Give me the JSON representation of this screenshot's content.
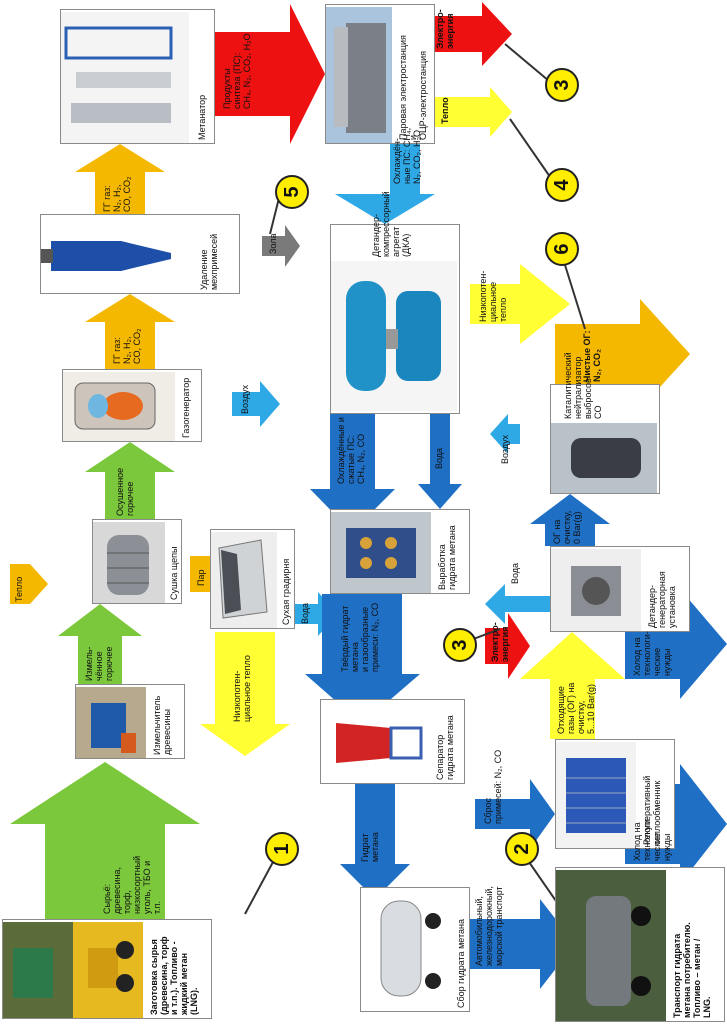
{
  "colors": {
    "green": "#7cc83c",
    "orange": "#f5b800",
    "yellow": "#ffff33",
    "blue": "#1f6fc5",
    "light_blue": "#2fa8e6",
    "red": "#ee1111",
    "gray": "#7a7a7a",
    "marker": "#ffee00"
  },
  "cards": {
    "harvest": "Заготовка сырья\n(древесина, торф\nи т.п.). Топливо -\nжидкий метан (LNG).",
    "chipper": "Измельчитель\nдревесины",
    "dryer": "Сушка щепы",
    "drycooler": "Сухая градирня",
    "gasifier": "Газогенератор",
    "cyclone": "Удаление\nмехпримесей",
    "methanator": "Метанатор",
    "power_plant": "Паровая электростанция\nи\nОЦР-электростанция",
    "dka": "Детандер-компрессорный\nагрегат (ДКА)",
    "hydrate_maker": "Выработка\nгидрата метана",
    "separator": "Сепаратор\nгидрата метана",
    "collection": "Сбор гидрата метана",
    "transport": "Транспорт гидрата\nметана потребителю.\nТопливо – метан /\nLNG.",
    "recuperator": "Рекуперативный\nтеплообменник",
    "expander": "Детандер-\nгенераторная\nустановка",
    "catalyst": "Каталитический\nнейтрализатор\nвыбросов CO"
  },
  "labels": {
    "raw_material": "Сырьё:\nдревесина,\nторф,\nнизкосортный\nуголь, ТБО и\nт.п.",
    "crushed_fuel": "Измель-\nчённое\nгорючее",
    "dried_fuel": "Осушенное\nгорючее",
    "gg_gas_1": "ГГ газ:\nN₂, H₂,\nCO, CO₂",
    "gg_gas_2": "ГГ газ:\nN₂, H₂,\nCO, CO₂",
    "synthesis_products": "Продукты\nсинтеза (ПС):\nCH₄, N₂, CO₂, H₂O",
    "electricity_1": "Электро-\nэнергия",
    "heat_1": "Тепло",
    "cooled_ps": "Охлаждён-\nные ПС: CH₄,\nN₂, CO₂, H₂O",
    "ash": "Зола",
    "air_1": "Воздух",
    "heat_2": "Тепло",
    "steam": "Пар",
    "lowpot_heat_1": "Низкопотен-\nциальное тепло",
    "water_1": "Вода",
    "compressed_ps": "Охлаждённые и\nсжатые ПС:\nCH₄, N₂, CO",
    "water_2": "Вода",
    "lowpot_heat_2": "Низкопотен-\nциальное\nтепло",
    "clean_og": "Чистые ОГ:\nN₂, CO₂",
    "air_2": "Воздух",
    "og_cleaning": "ОГ на\nочистку,\n0 Bar(g)",
    "water_3": "Вода",
    "solid_hydrate": "Твёрдый гидрат\nметана\nи газообразные\nпримеси: N₂, CO",
    "electricity_2": "Электро-\nэнергия",
    "exhaust_gases": "Отходящие\nгазы (ОГ) на\nочистку,\n5...10 Bar(g)",
    "impurity_discharge": "Сброс\nпримесей: N₂, CO",
    "methane_hydrate": "Гидрат\nметана",
    "transport_modes": "Автомобильный,\nжелезнодорожный,\nморской транспорт",
    "cold_1": "Холод на\nтехнологи-\nческие\nнужды",
    "cold_2": "Холод на\nтехнологи-\nческие\nнужды"
  },
  "markers": [
    "1",
    "2",
    "3",
    "3",
    "4",
    "5",
    "6"
  ]
}
